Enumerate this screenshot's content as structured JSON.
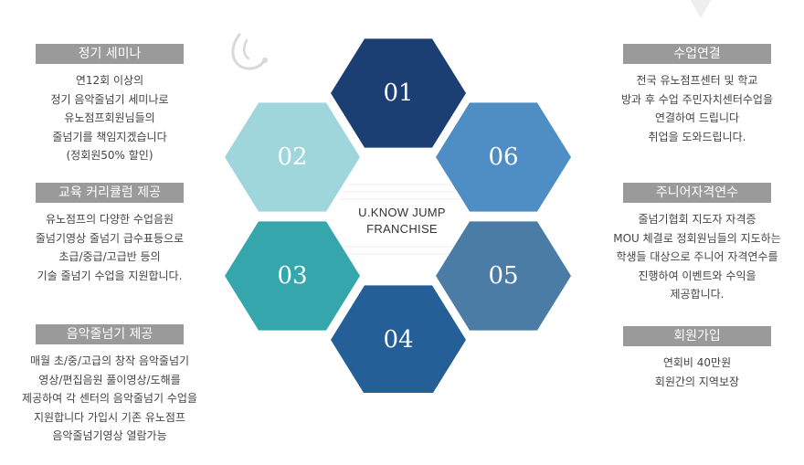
{
  "left_blocks": [
    {
      "title": "정기 세미나",
      "lines": [
        "연12회 이상의",
        "정기 음악줄넘기 세미나로",
        "유노점프회원님들의",
        "줄넘기를 책임지겠습니다",
        "(정회원50% 할인)"
      ]
    },
    {
      "title": "교육 커리큘럼 제공",
      "lines": [
        "유노점프의 다양한 수업음원",
        "줄넘기영상 줄넘기 급수표등으로",
        "초급/중급/고급반 등의",
        "기술 줄넘기  수업을 지원합니다."
      ]
    },
    {
      "title": "음악줄넘기 제공",
      "lines": [
        "매월 초/중/고급의 창작 음악줄넘기",
        "영상/편집음원 풀이영상/도해를",
        "제공하여 각 센터의 음악줄넘기 수업을",
        "지원합니다 가입시 기존 유노점프",
        "음악줄넘기영상 열람가능"
      ]
    }
  ],
  "right_blocks": [
    {
      "title": "수업연결",
      "lines": [
        "전국 유노점프센터 및 학교",
        "방과 후 수업 주민자치센터수업을",
        "연결하여 드립니다",
        "취업을 도와드립니다."
      ]
    },
    {
      "title": "주니어자격연수",
      "lines": [
        "줄넘기협회 지도자 자격증",
        "MOU 체결로 정회원님들의 지도하는",
        "학생들 대상으로 주니어 자격연수를",
        "진행하여 이벤트와 수익을",
        "제공합니다."
      ]
    },
    {
      "title": "회원가입",
      "lines": [
        "연회비 40만원",
        "회원간의 지역보장"
      ]
    }
  ],
  "hexagons": [
    {
      "label": "01",
      "color": "#1c3f73"
    },
    {
      "label": "02",
      "color": "#9fd6dc"
    },
    {
      "label": "06",
      "color": "#4f8ec4"
    },
    {
      "label": "03",
      "color": "#35a6ac"
    },
    {
      "label": "05",
      "color": "#4a7ca6"
    },
    {
      "label": "04",
      "color": "#245f97"
    }
  ],
  "center": {
    "line1": "U.KNOW JUMP",
    "line2": "FRANCHISE"
  }
}
